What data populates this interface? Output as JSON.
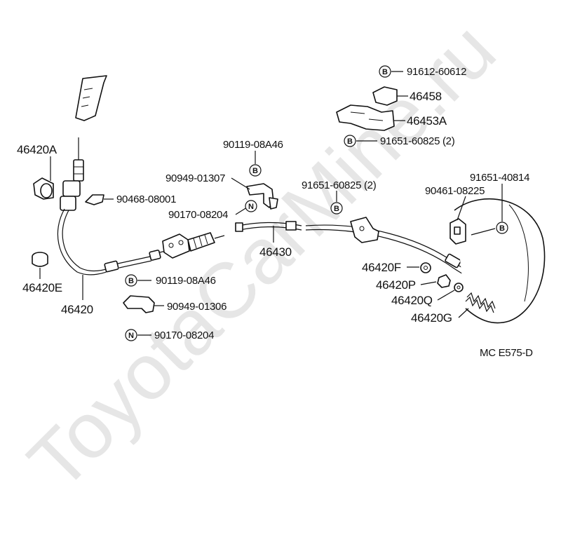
{
  "watermark": "ToyotaCarMine.ru",
  "diagram_code": "MC  E575-D",
  "badges": {
    "b": "B",
    "n": "N"
  },
  "labels": {
    "p91612_60612": "91612-60612",
    "p46458": "46458",
    "p46453A": "46453A",
    "p91651_60825_top": "91651-60825 (2)",
    "p90119_08A46_top": "90119-08A46",
    "p46420A": "46420A",
    "p90949_01307": "90949-01307",
    "p91651_60825_mid": "91651-60825 (2)",
    "p91651_40814": "91651-40814",
    "p90461_08225": "90461-08225",
    "p90468_08001": "90468-08001",
    "p90170_08204_top": "90170-08204",
    "p46430": "46430",
    "p46420F": "46420F",
    "p46420P": "46420P",
    "p46420Q": "46420Q",
    "p46420G": "46420G",
    "p46420E": "46420E",
    "p90119_08A46_bot": "90119-08A46",
    "p46420": "46420",
    "p90949_01306": "90949-01306",
    "p90170_08204_bot": "90170-08204"
  }
}
